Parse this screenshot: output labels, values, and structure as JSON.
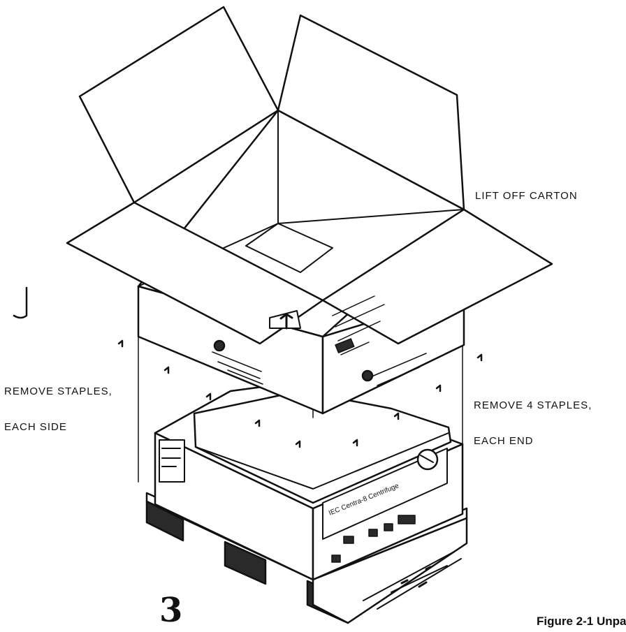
{
  "labels": {
    "lift": "LIFT OFF CARTON",
    "side_line1": "REMOVE STAPLES,",
    "side_line2": "EACH SIDE",
    "end_line1": "REMOVE 4 STAPLES,",
    "end_line2": "EACH END"
  },
  "page_number": "3",
  "caption": "Figure 2-1 Unpa",
  "colors": {
    "ink": "#111111",
    "paper": "#ffffff",
    "shade": "#2a2a2a"
  }
}
